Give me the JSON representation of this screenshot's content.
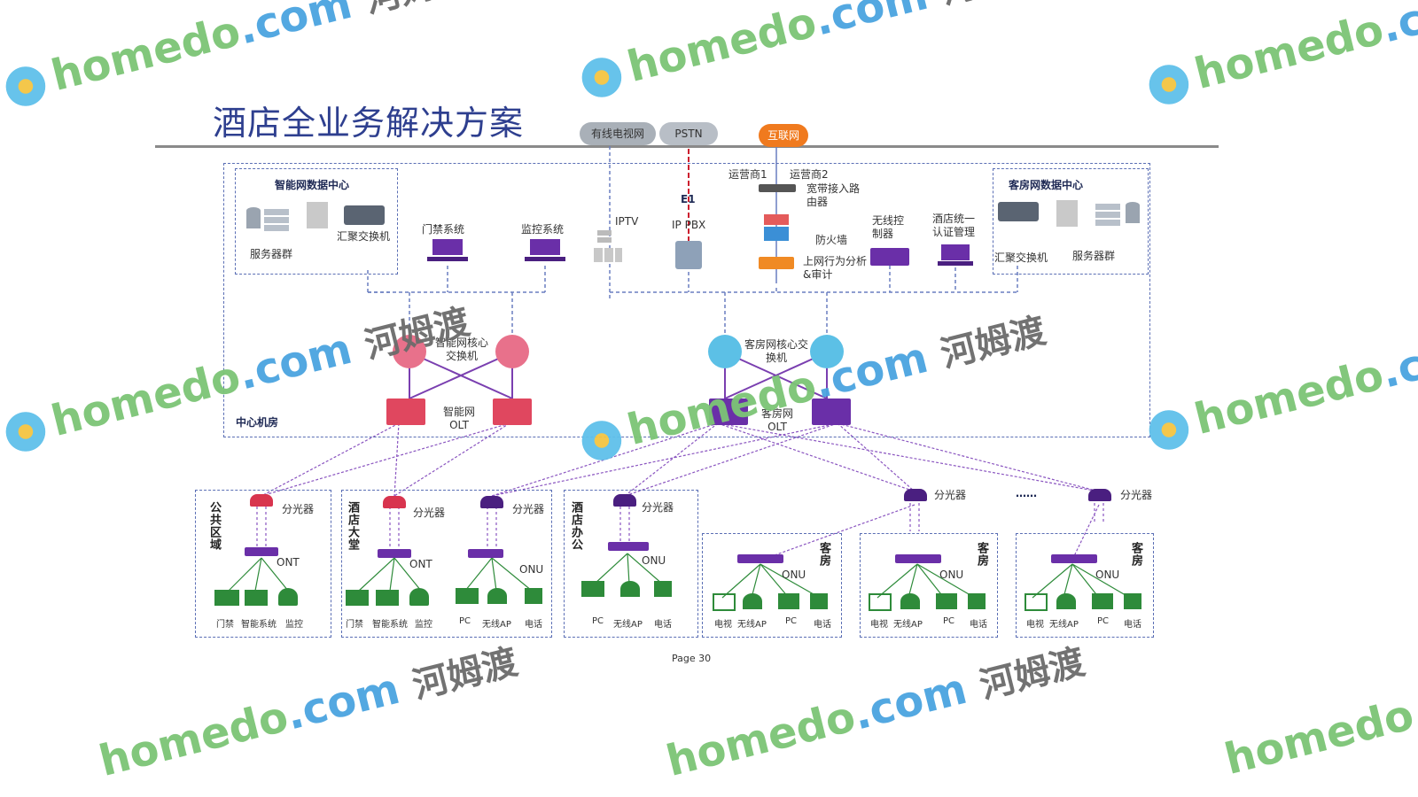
{
  "title": "酒店全业务解决方案",
  "page_label": "Page 30",
  "clouds": {
    "catv": "有线电视网",
    "pstn": "PSTN",
    "internet": "互联网"
  },
  "labels": {
    "e1": "E1",
    "isp1": "运营商1",
    "isp2": "运营商2",
    "broadband_router": "宽带接入路由器",
    "iptv": "IPTV",
    "ip_pbx": "IP PBX",
    "firewall": "防火墙",
    "behavior_audit": "上网行为分析&审计",
    "wireless_controller": "无线控制器",
    "hotel_auth": "酒店统一认证管理",
    "access_control": "门禁系统",
    "monitoring": "监控系统",
    "smart_core": "智能网核心交换机",
    "guest_core": "客房网核心交换机",
    "smart_olt": "智能网OLT",
    "guest_olt": "客房网OLT",
    "center_room": "中心机房"
  },
  "datacenters": {
    "smart": {
      "title": "智能网数据中心",
      "servers": "服务器群",
      "switch": "汇聚交换机"
    },
    "guest": {
      "title": "客房网数据中心",
      "switch": "汇聚交换机",
      "servers": "服务器群"
    }
  },
  "splitter": "分光器",
  "ellipsis": "……",
  "zones": [
    {
      "name": "公共区域",
      "term": "ONT",
      "devices": [
        "门禁",
        "智能系统",
        "监控"
      ]
    },
    {
      "name": "酒店大堂",
      "term": "ONT",
      "devices": [
        "门禁",
        "智能系统",
        "监控"
      ],
      "term2": "ONU",
      "devices2": [
        "PC",
        "无线AP",
        "电话"
      ]
    },
    {
      "name": "酒店办公",
      "term": "ONU",
      "devices": [
        "PC",
        "无线AP",
        "电话"
      ]
    },
    {
      "name": "客房",
      "term": "ONU",
      "devices": [
        "电视",
        "无线AP",
        "PC",
        "电话"
      ]
    },
    {
      "name": "客房",
      "term": "ONU",
      "devices": [
        "电视",
        "无线AP",
        "PC",
        "电话"
      ]
    },
    {
      "name": "客房",
      "term": "ONU",
      "devices": [
        "电视",
        "无线AP",
        "PC",
        "电话"
      ]
    }
  ],
  "watermark": {
    "brand": "homedo",
    "com": ".com",
    "cn": "河姆渡"
  },
  "colors": {
    "title": "#2e3f8f",
    "smart": "#e04a6a",
    "guest": "#4fb6e0",
    "purple": "#6a2fa8",
    "green": "#2e8b3a",
    "line": "#7a3fb0"
  }
}
